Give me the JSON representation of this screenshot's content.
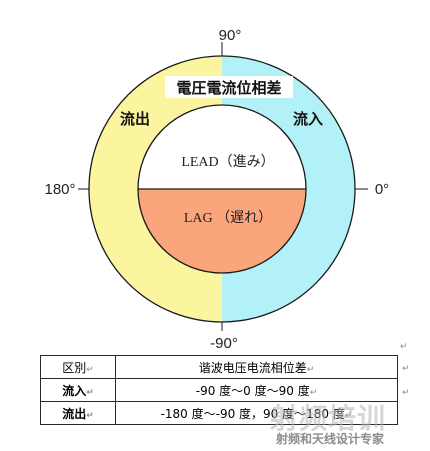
{
  "diagram": {
    "title": "電圧電流位相差",
    "angle_top": "90°",
    "angle_bottom": "-90°",
    "angle_left": "180°",
    "angle_right": "0°",
    "label_outflow": "流出",
    "label_inflow": "流入",
    "inner_upper": "LEAD（進み）",
    "inner_lower": "LAG （遅れ）",
    "colors": {
      "left_half": "#fbf5a0",
      "right_half": "#b3f1f8",
      "inner_upper": "#ffffff",
      "inner_lower": "#fba57c",
      "outline": "#1a1a1a"
    }
  },
  "table": {
    "header_col1": "区別",
    "header_col2": "谐波电压电流相位差",
    "rows": [
      {
        "label": "流入",
        "value": "-90 度～0 度～90 度"
      },
      {
        "label": "流出",
        "value": "-180 度～-90 度，90 度～180 度"
      }
    ],
    "cell_mark": "↵"
  },
  "watermark": {
    "brand": "射频培训",
    "tagline": "射频和天线设计专家"
  }
}
